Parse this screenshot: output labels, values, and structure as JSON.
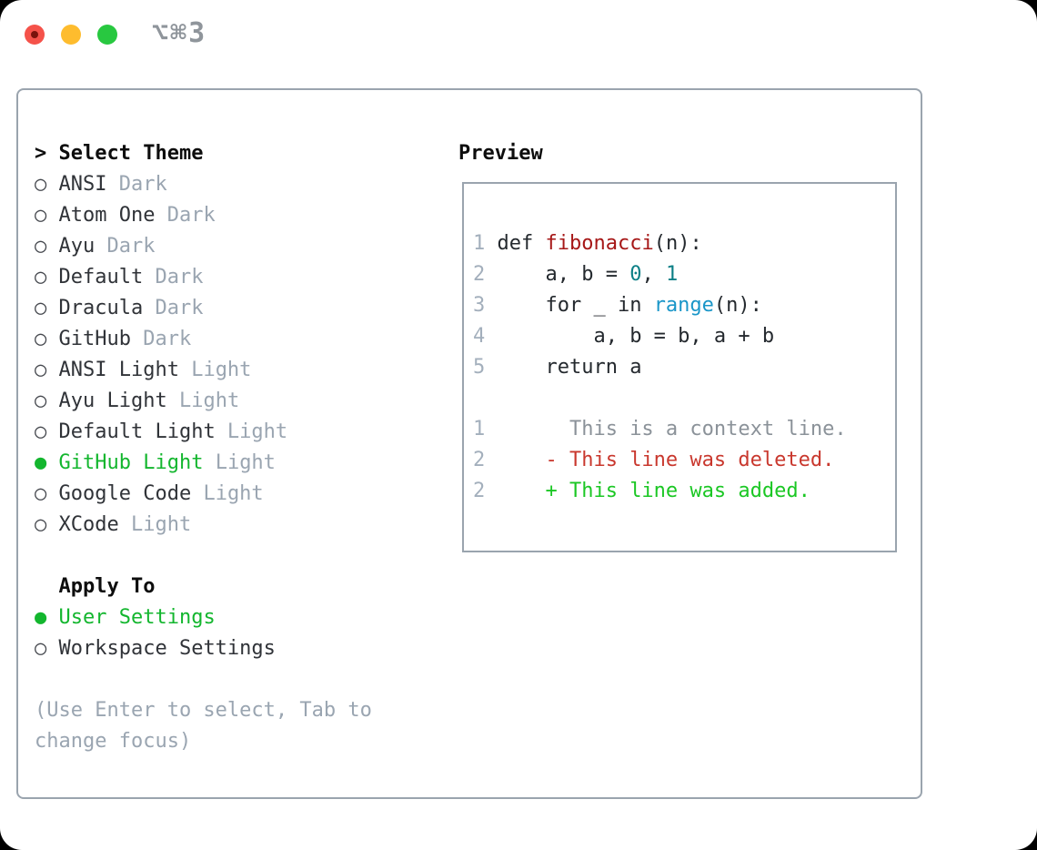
{
  "window": {
    "title": "⌥⌘3",
    "traffic_lights": [
      {
        "name": "close-button",
        "color": "#f5524a"
      },
      {
        "name": "minimize-button",
        "color": "#febc2e"
      },
      {
        "name": "zoom-button",
        "color": "#28c840"
      }
    ]
  },
  "icons": {
    "radio_unselected": "○",
    "radio_selected": "●",
    "prompt": ">"
  },
  "theme_picker": {
    "prompt": "> ",
    "header": "Select Theme",
    "themes": [
      {
        "name": "ANSI",
        "variant": "Dark",
        "selected": false
      },
      {
        "name": "Atom One",
        "variant": "Dark",
        "selected": false
      },
      {
        "name": "Ayu",
        "variant": "Dark",
        "selected": false
      },
      {
        "name": "Default",
        "variant": "Dark",
        "selected": false
      },
      {
        "name": "Dracula",
        "variant": "Dark",
        "selected": false
      },
      {
        "name": "GitHub",
        "variant": "Dark",
        "selected": false
      },
      {
        "name": "ANSI Light",
        "variant": "Light",
        "selected": false
      },
      {
        "name": "Ayu Light",
        "variant": "Light",
        "selected": false
      },
      {
        "name": "Default Light",
        "variant": "Light",
        "selected": false
      },
      {
        "name": "GitHub Light",
        "variant": "Light",
        "selected": true
      },
      {
        "name": "Google Code",
        "variant": "Light",
        "selected": false
      },
      {
        "name": "XCode",
        "variant": "Light",
        "selected": false
      }
    ],
    "apply_to": {
      "header": "Apply To",
      "options": [
        {
          "name": "User Settings",
          "selected": true
        },
        {
          "name": "Workspace Settings",
          "selected": false
        }
      ]
    },
    "hint_lines": [
      "(Use Enter to select, Tab to",
      "change focus)"
    ]
  },
  "preview": {
    "title": "Preview",
    "code_lines": [
      {
        "num": "1",
        "tokens": [
          {
            "t": " def ",
            "c": "pl"
          },
          {
            "t": "fibonacci",
            "c": "fn"
          },
          {
            "t": "(n):",
            "c": "pl"
          }
        ]
      },
      {
        "num": "2",
        "tokens": [
          {
            "t": "     a, b = ",
            "c": "pl"
          },
          {
            "t": "0",
            "c": "nm"
          },
          {
            "t": ", ",
            "c": "pl"
          },
          {
            "t": "1",
            "c": "nm"
          }
        ]
      },
      {
        "num": "3",
        "tokens": [
          {
            "t": "     for _ in ",
            "c": "pl"
          },
          {
            "t": "range",
            "c": "bi"
          },
          {
            "t": "(n):",
            "c": "pl"
          }
        ]
      },
      {
        "num": "4",
        "tokens": [
          {
            "t": "         a, b = b, a + b",
            "c": "pl"
          }
        ]
      },
      {
        "num": "5",
        "tokens": [
          {
            "t": "     return a",
            "c": "pl"
          }
        ]
      }
    ],
    "diff_lines": [
      {
        "num": "1",
        "tokens": [
          {
            "t": "       This is a context line.",
            "c": "ctx"
          }
        ]
      },
      {
        "num": "2",
        "tokens": [
          {
            "t": "     - This line was deleted.",
            "c": "del"
          }
        ]
      },
      {
        "num": "2",
        "tokens": [
          {
            "t": "     + This line was added.",
            "c": "add"
          }
        ]
      }
    ]
  },
  "colors": {
    "panel_border": "#9aa4ae",
    "selected_green": "#13b62e",
    "added_green": "#1bc724",
    "deleted_red": "#c9382e",
    "function_red": "#a61717",
    "number_teal": "#0c7f86",
    "builtin_blue": "#1a96c8",
    "variant_gray": "#9aa5b1",
    "context_gray": "#8b9299",
    "line_number_gray": "#a3afbc",
    "title_gray": "#8f959b"
  }
}
